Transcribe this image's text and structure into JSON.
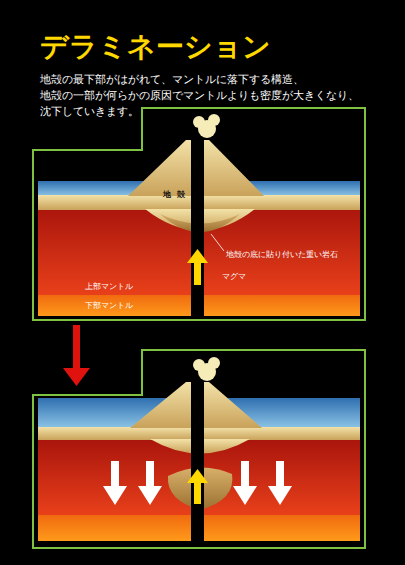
{
  "diagram": {
    "title": "デラミネーション",
    "labels": [
      "地殻の最下部がはがれて、マントルに落下する構造、 地殻の一部が何らかの原因でマントルよりも密度が大きくなり、 沈下していきます。",
      "地殻",
      "地殻の底に貼り付いた重い岩石",
      "マグマ",
      "上部マントル",
      "下部マントル"
    ]
  }
}
